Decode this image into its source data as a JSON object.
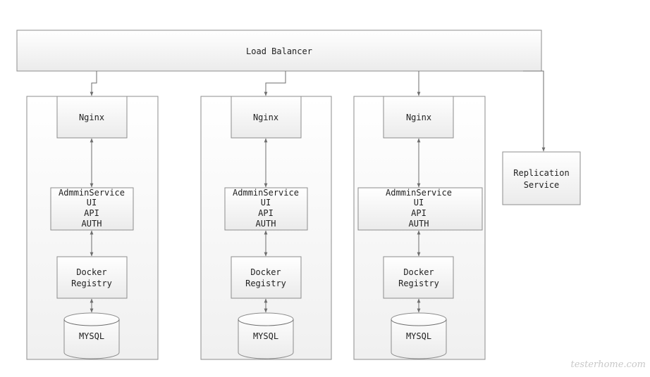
{
  "load_balancer": {
    "label": "Load Balancer"
  },
  "replication_service": {
    "lines": [
      "Replication",
      "Service"
    ]
  },
  "nodes": [
    {
      "nginx": "Nginx",
      "admin_lines": [
        "AdmminService",
        "UI",
        "API",
        "AUTH"
      ],
      "registry_lines": [
        "Docker",
        "Registry"
      ],
      "db": "MYSQL"
    },
    {
      "nginx": "Nginx",
      "admin_lines": [
        "AdmminService",
        "UI",
        "API",
        "AUTH"
      ],
      "registry_lines": [
        "Docker",
        "Registry"
      ],
      "db": "MYSQL"
    },
    {
      "nginx": "Nginx",
      "admin_lines": [
        "AdmminService",
        "UI",
        "API",
        "AUTH"
      ],
      "registry_lines": [
        "Docker",
        "Registry"
      ],
      "db": "MYSQL"
    }
  ],
  "watermark": "testerhome.com",
  "colors": {
    "border": "#8c8c8c",
    "connector": "#6e6e6e",
    "fill_top": "#ffffff",
    "fill_bottom": "#ececec"
  }
}
